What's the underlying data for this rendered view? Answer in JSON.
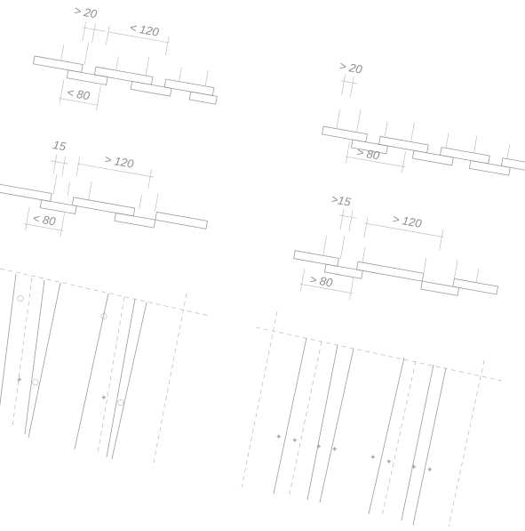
{
  "details": [
    {
      "id": "detail-top-left",
      "labels": {
        "gap": "> 20",
        "overlap": "< 120",
        "width": "< 80"
      }
    },
    {
      "id": "detail-middle-left",
      "labels": {
        "gap": "15",
        "overlap": "> 120",
        "width": "< 80"
      }
    },
    {
      "id": "detail-top-right",
      "labels": {
        "gap": "> 20",
        "width": "> 80"
      }
    },
    {
      "id": "detail-middle-right",
      "labels": {
        "gap": ">15",
        "overlap": "> 120",
        "width": "> 80"
      }
    }
  ],
  "colors": {
    "line": "#9a9a9a",
    "text": "#8c8c8c",
    "background": "#ffffff"
  }
}
